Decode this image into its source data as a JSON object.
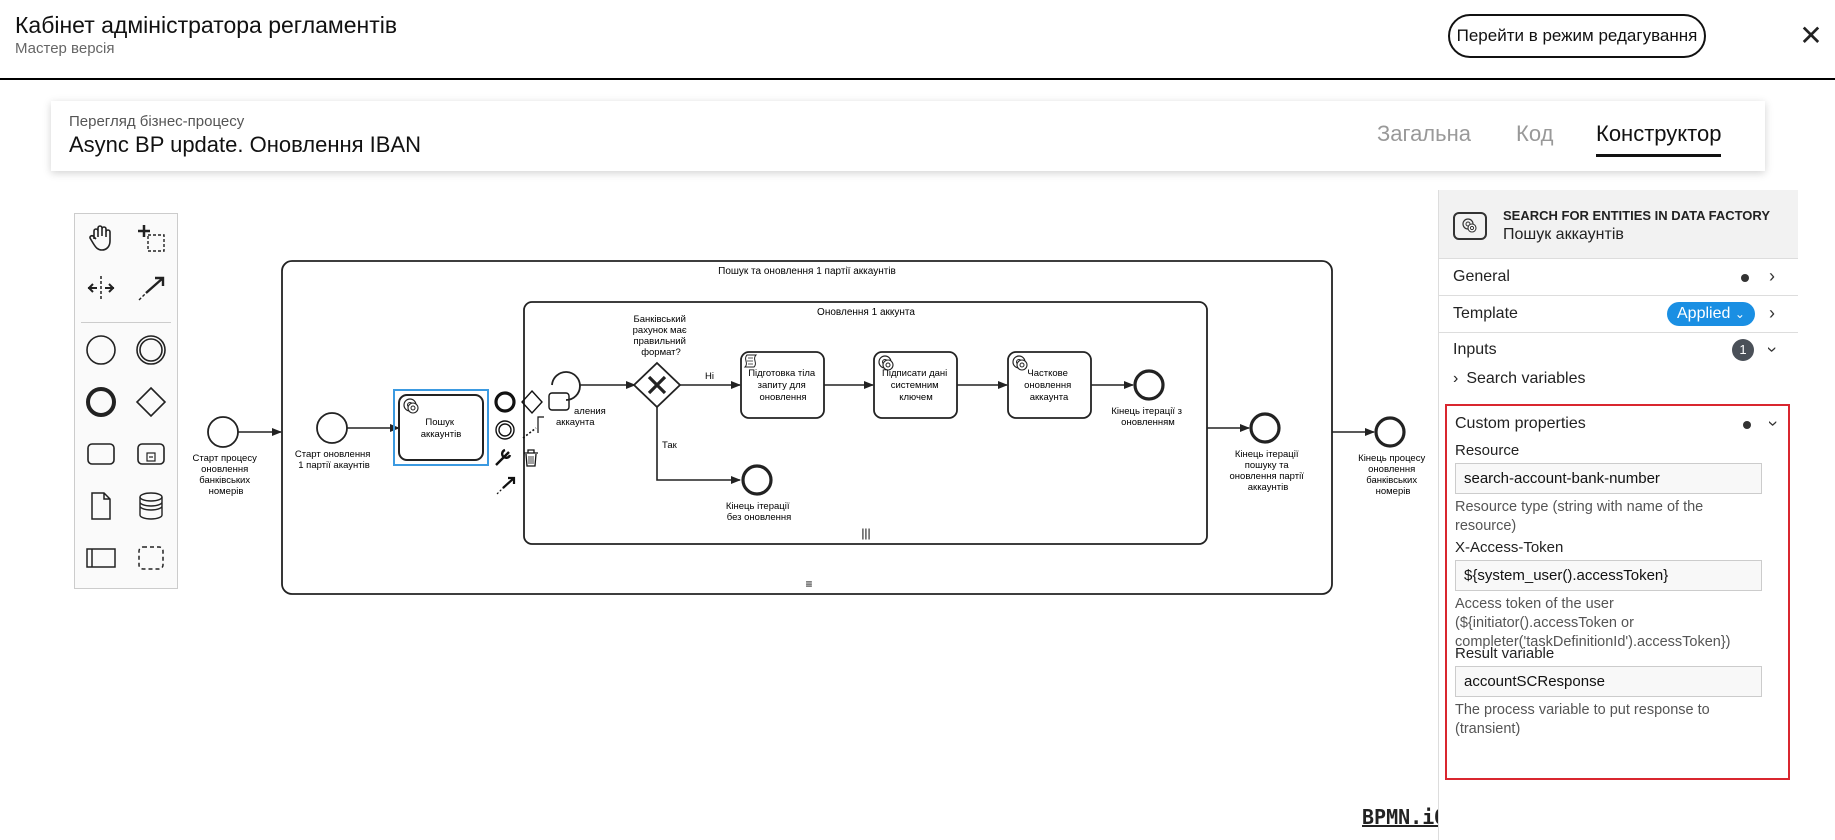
{
  "header": {
    "title": "Кабінет адміністратора регламентів",
    "subtitle": "Мастер версія",
    "edit_button": "Перейти в режим редагування"
  },
  "process": {
    "subtitle": "Перегляд бізнес-процесу",
    "title": "Async BP update. Оновлення IBAN",
    "tabs": [
      "Загальна",
      "Код",
      "Конструктор"
    ],
    "active_tab": "Конструктор"
  },
  "palette": {
    "tools": [
      "hand-tool-icon",
      "lasso-tool-icon",
      "space-tool-icon",
      "global-connect-icon",
      "start-event-icon",
      "intermediate-event-icon",
      "end-event-icon",
      "gateway-icon",
      "task-icon",
      "subprocess-icon",
      "data-object-icon",
      "data-store-icon",
      "pool-icon",
      "group-icon"
    ]
  },
  "diagram": {
    "outer_subprocess": "Пошук та оновлення 1 партії аккаунтів",
    "inner_subprocess": "Оновлення 1 аккунта",
    "start_process": [
      "Старт процесу",
      "оновлення",
      "банківських",
      "номерів"
    ],
    "start_batch": [
      "Старт оновлення",
      "1 партії акаунтів"
    ],
    "task_search": [
      "Пошук",
      "аккаунтів"
    ],
    "inner_start_partial": [
      "аления",
      "аккаунта"
    ],
    "gateway_label": [
      "Банківський",
      "рахунок має",
      "правильний",
      "формат?"
    ],
    "flow_no": "Ні",
    "flow_yes": "Так",
    "task_prepare": [
      "Підготовка тіла",
      "запиту для",
      "оновлення"
    ],
    "task_sign": [
      "Підписати дані",
      "системним",
      "ключем"
    ],
    "task_partial": [
      "Часткове",
      "оновлення",
      "аккаунта"
    ],
    "end_with_update": [
      "Кінець ітерації з",
      "оновленням"
    ],
    "end_no_update": [
      "Кінець ітерації",
      "без оновлення"
    ],
    "end_batch": [
      "Кінець ітерації",
      "пошуку та",
      "оновлення партії",
      "аккаунтів"
    ],
    "end_process": [
      "Кінець процесу",
      "оновлення",
      "банківських",
      "номерів"
    ],
    "selection_color": "#3b9ae1"
  },
  "bpmn_logo": "BPMN.iO",
  "panel": {
    "element_type": "SEARCH FOR ENTITIES IN DATA FACTORY",
    "element_name": "Пошук аккаунтів",
    "groups": {
      "general": "General",
      "template": "Template",
      "template_badge": "Applied",
      "inputs": "Inputs",
      "inputs_count": "1",
      "search_variables": "Search variables"
    },
    "custom": {
      "title": "Custom properties",
      "resource_label": "Resource",
      "resource_value": "search-account-bank-number",
      "resource_hint": "Resource type (string with name of the resource)",
      "token_label": "X-Access-Token",
      "token_value": "${system_user().accessToken}",
      "token_hint": "Access token of the user (${initiator().accessToken or completer('taskDefinitionId').accessToken})",
      "result_label": "Result variable",
      "result_value": "accountSCResponse",
      "result_hint": "The process variable to put response to (transient)",
      "highlight_color": "#d9262f"
    }
  }
}
